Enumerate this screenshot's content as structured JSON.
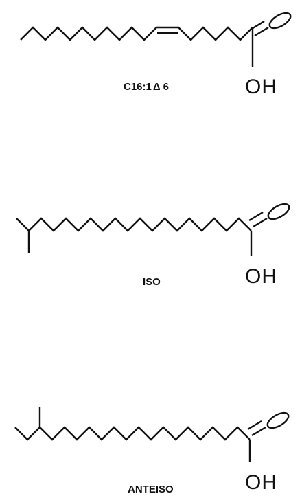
{
  "structures": [
    {
      "id": "c16-1-delta6",
      "caption_prefix": "C16:1",
      "caption_symbol": "Δ",
      "caption_suffix": "6",
      "hydroxyl_label": "OH"
    },
    {
      "id": "iso",
      "caption": "ISO",
      "hydroxyl_label": "OH"
    },
    {
      "id": "anteiso",
      "caption": "ANTEISO",
      "hydroxyl_label": "OH"
    }
  ]
}
